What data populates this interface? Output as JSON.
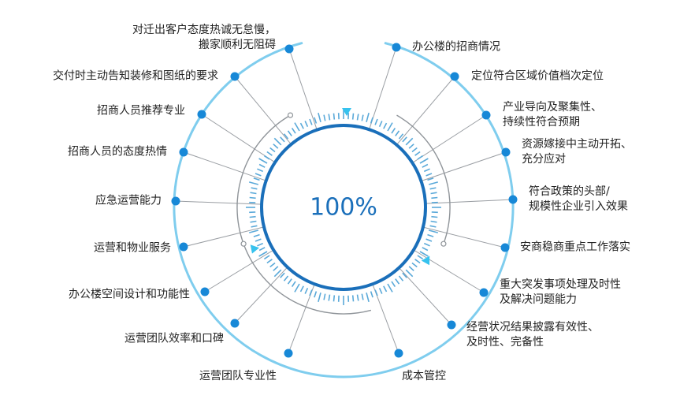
{
  "center": {
    "value": "100%"
  },
  "colors": {
    "accent": "#1788d7",
    "ring_outer": "#7fcdee",
    "ring_inner": "#1a6fba",
    "ticks": "#5aa9d9",
    "spoke": "#9a9ea3",
    "triangle": "#36c2ee"
  },
  "items": [
    {
      "lines": [
        "办公楼的招商情况"
      ]
    },
    {
      "lines": [
        "定位符合区域价值档次定位"
      ]
    },
    {
      "lines": [
        "产业导向及聚集性、",
        "持续性符合预期"
      ]
    },
    {
      "lines": [
        "资源嫁接中主动开拓、",
        "充分应对"
      ]
    },
    {
      "lines": [
        "符合政策的头部/",
        "规模性企业引入效果"
      ]
    },
    {
      "lines": [
        "安商稳商重点工作落实"
      ]
    },
    {
      "lines": [
        "重大突发事项处理及时性",
        "及解决问题能力"
      ]
    },
    {
      "lines": [
        "经营状况结果披露有效性、",
        "及时性、完备性"
      ]
    },
    {
      "lines": [
        "成本管控"
      ]
    },
    {
      "lines": [
        "运营团队专业性"
      ]
    },
    {
      "lines": [
        "运营团队效率和口碑"
      ]
    },
    {
      "lines": [
        "办公楼空间设计和功能性"
      ]
    },
    {
      "lines": [
        "运营和物业服务"
      ]
    },
    {
      "lines": [
        "应急运营能力"
      ]
    },
    {
      "lines": [
        "招商人员的态度热情"
      ]
    },
    {
      "lines": [
        "招商人员推荐专业"
      ]
    },
    {
      "lines": [
        "交付时主动告知装修和图纸的要求"
      ]
    },
    {
      "lines": [
        "对迁出客户态度热诚无怠慢，",
        "搬家顺利无阻碍"
      ]
    }
  ]
}
